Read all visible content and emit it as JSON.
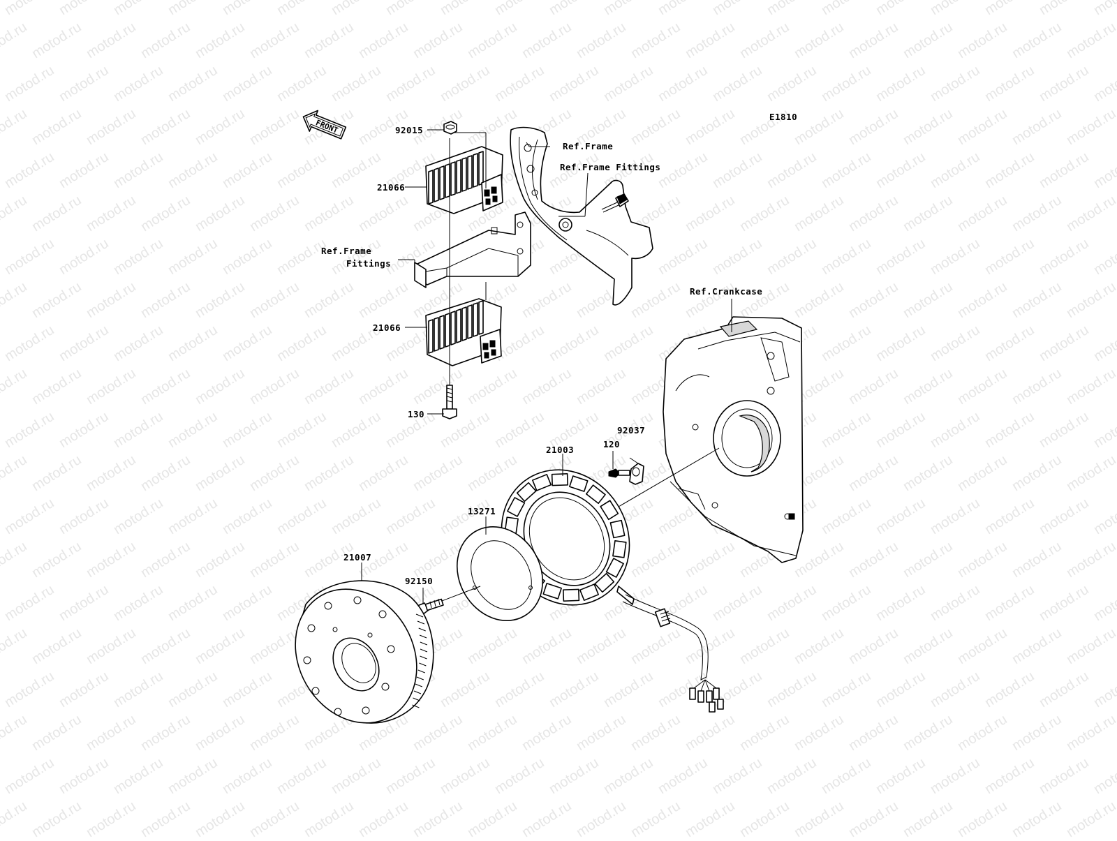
{
  "watermark": {
    "text": "motod.ru",
    "color": "#e6e6e6"
  },
  "diagram_code": "E1810",
  "orientation": {
    "text": "FRONT",
    "icon": "front-arrow-icon"
  },
  "references": {
    "frame": "Ref.Frame",
    "frame_fittings_right": "Ref.Frame Fittings",
    "frame_fittings_left_line1": "Ref.Frame",
    "frame_fittings_left_line2": "Fittings",
    "crankcase": "Ref.Crankcase"
  },
  "parts": {
    "nut_top": "92015",
    "regulator_upper": "21066",
    "regulator_lower": "21066",
    "bolt_130": "130",
    "clamp": "92037",
    "bolt_120": "120",
    "stator": "21003",
    "gasket": "13271",
    "rotor": "21007",
    "bolt_92150": "92150"
  }
}
